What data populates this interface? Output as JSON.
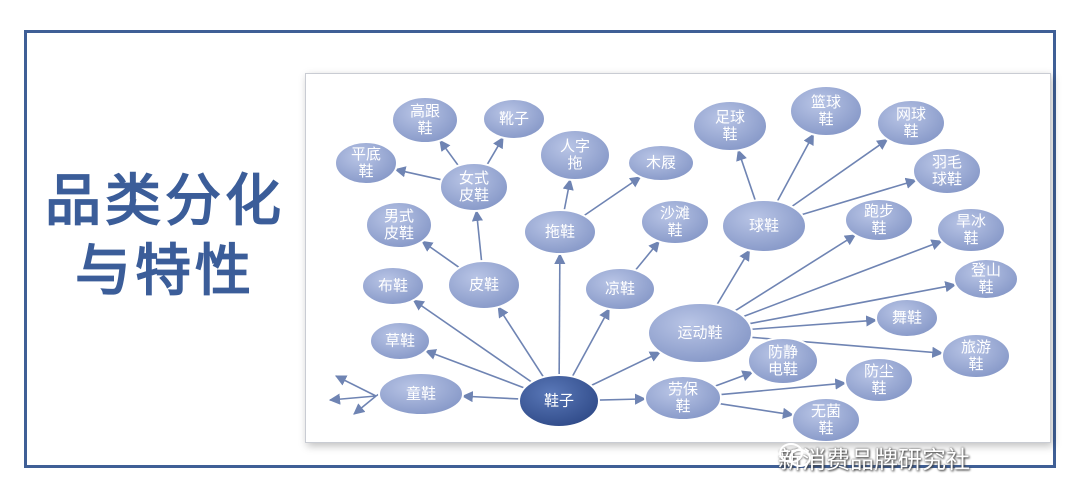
{
  "title": {
    "line1": "品类分化",
    "line2": "与特性"
  },
  "diagram": {
    "root": "鞋子",
    "nodes": {
      "leather": "皮鞋",
      "women_leather": [
        "女式",
        "皮鞋"
      ],
      "men_leather": [
        "男式",
        "皮鞋"
      ],
      "heels": [
        "高跟",
        "鞋"
      ],
      "boots": "靴子",
      "flats": [
        "平底",
        "鞋"
      ],
      "slippers": "拖鞋",
      "flip_flops": [
        "人字",
        "拖"
      ],
      "clogs": "木屐",
      "sandals": "凉鞋",
      "beach_shoes": [
        "沙滩",
        "鞋"
      ],
      "ball_shoes": "球鞋",
      "football": [
        "足球",
        "鞋"
      ],
      "basketball": [
        "篮球",
        "鞋"
      ],
      "tennis": [
        "网球",
        "鞋"
      ],
      "badminton": [
        "羽毛",
        "球鞋"
      ],
      "sports": "运动鞋",
      "running": [
        "跑步",
        "鞋"
      ],
      "ice_skates": [
        "旱冰",
        "鞋"
      ],
      "climbing": [
        "登山",
        "鞋"
      ],
      "dance": "舞鞋",
      "hiking": [
        "旅游",
        "鞋"
      ],
      "cloth": "布鞋",
      "straw": "草鞋",
      "kids": "童鞋",
      "labor": [
        "劳保",
        "鞋"
      ],
      "antistatic": [
        "防静",
        "电鞋"
      ],
      "dustproof": [
        "防尘",
        "鞋"
      ],
      "sterile": [
        "无菌",
        "鞋"
      ]
    }
  },
  "watermark": {
    "text": "新消费品牌研究社",
    "icon": "wechat-icon"
  },
  "colors": {
    "frame": "#3f5f96",
    "title": "#3b5d99",
    "node": "#9aaad3",
    "root": "#3d5a9e",
    "edge": "#6f84b3"
  }
}
